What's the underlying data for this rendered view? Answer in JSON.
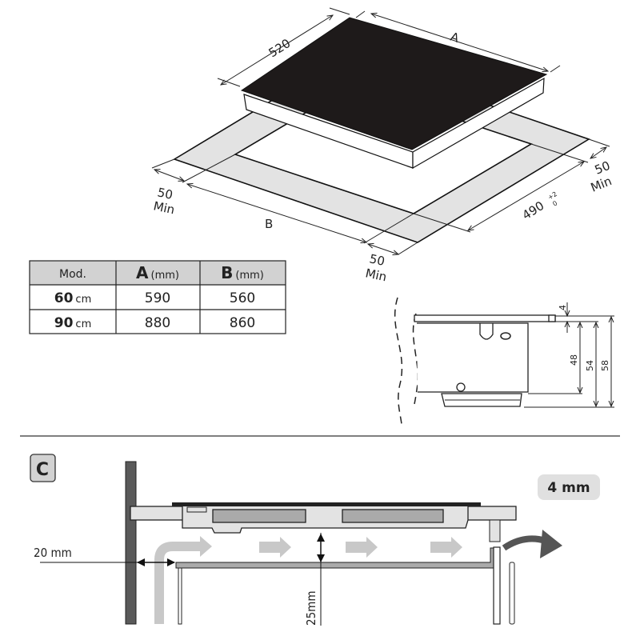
{
  "top_view": {
    "dim_depth": "520",
    "dim_width": "A",
    "dim_cutout_width": "B",
    "dim_cutout_depth": "490",
    "dim_cutout_tolerance_plus": "+2",
    "dim_cutout_tolerance_minus": "0",
    "clearance_left_value": "50",
    "clearance_left_label": "Min",
    "clearance_front_value": "50",
    "clearance_front_label": "Min",
    "clearance_right_value": "50",
    "clearance_right_label": "Min"
  },
  "table": {
    "headers": [
      {
        "main": "Mod.",
        "unit": ""
      },
      {
        "main": "A",
        "unit": "(mm)"
      },
      {
        "main": "B",
        "unit": "(mm)"
      }
    ],
    "rows": [
      {
        "model": "60",
        "unit": "cm",
        "a": "590",
        "b": "560"
      },
      {
        "model": "90",
        "unit": "cm",
        "a": "880",
        "b": "860"
      }
    ]
  },
  "side_view": {
    "dim_glass": "4",
    "dim_body": "48",
    "dim_mid": "54",
    "dim_total": "58"
  },
  "section_c": {
    "badge": "C",
    "gap_label": "4 mm",
    "wall_gap_label": "20 mm",
    "air_gap_label": "25mm"
  },
  "colors": {
    "hob_top": "#1e1a1a",
    "cutout_zone": "#e3e3e3",
    "table_header": "#d2d2d2",
    "wall": "#5a5a5a",
    "arrow": "#c8c8c8"
  }
}
